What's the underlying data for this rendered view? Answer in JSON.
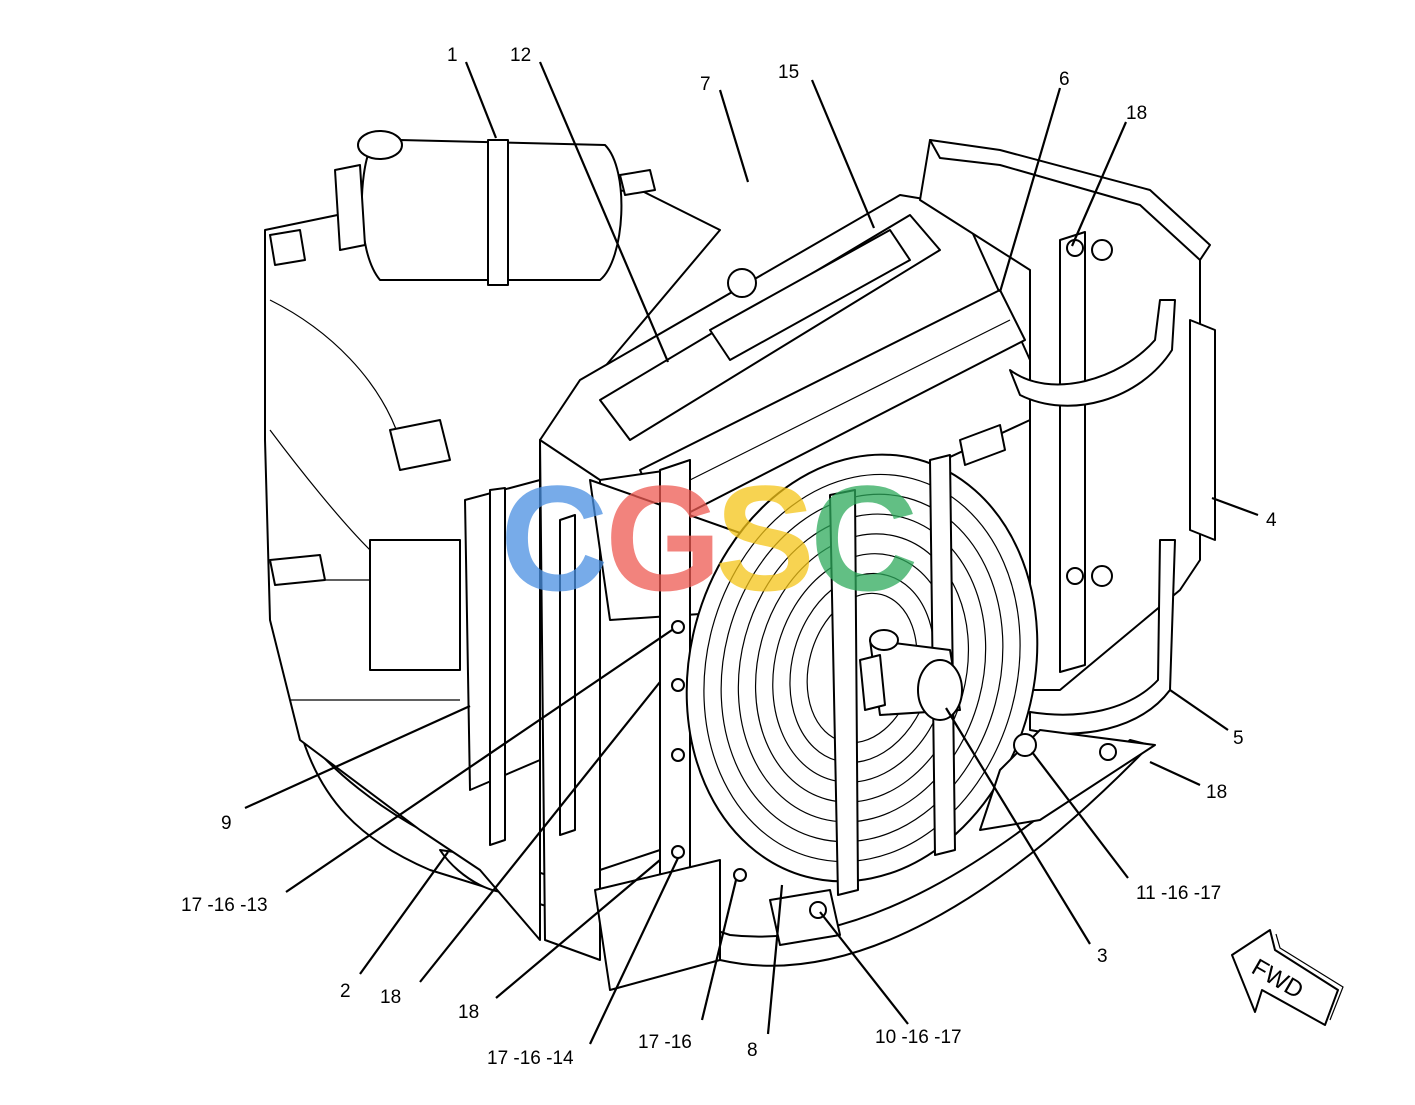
{
  "diagram": {
    "callouts": {
      "c1": "1",
      "c12": "12",
      "c7": "7",
      "c15": "15",
      "c6": "6",
      "c18a": "18",
      "c4": "4",
      "c5": "5",
      "c18b": "18",
      "c11": "11 -16 -17",
      "c3": "3",
      "c10": "10 -16 -17",
      "c8": "8",
      "c17a": "17 -16",
      "c17b": "17 -16 -14",
      "c18c": "18",
      "c18d": "18",
      "c2": "2",
      "c17c": "17 -16 -13",
      "c9": "9"
    },
    "orientation_arrow": "FWD",
    "watermark": {
      "letters": [
        "C",
        "G",
        "S",
        "C"
      ],
      "colors": [
        "#4a90e2",
        "#ee5a52",
        "#f5c518",
        "#2eaa5c"
      ]
    }
  }
}
